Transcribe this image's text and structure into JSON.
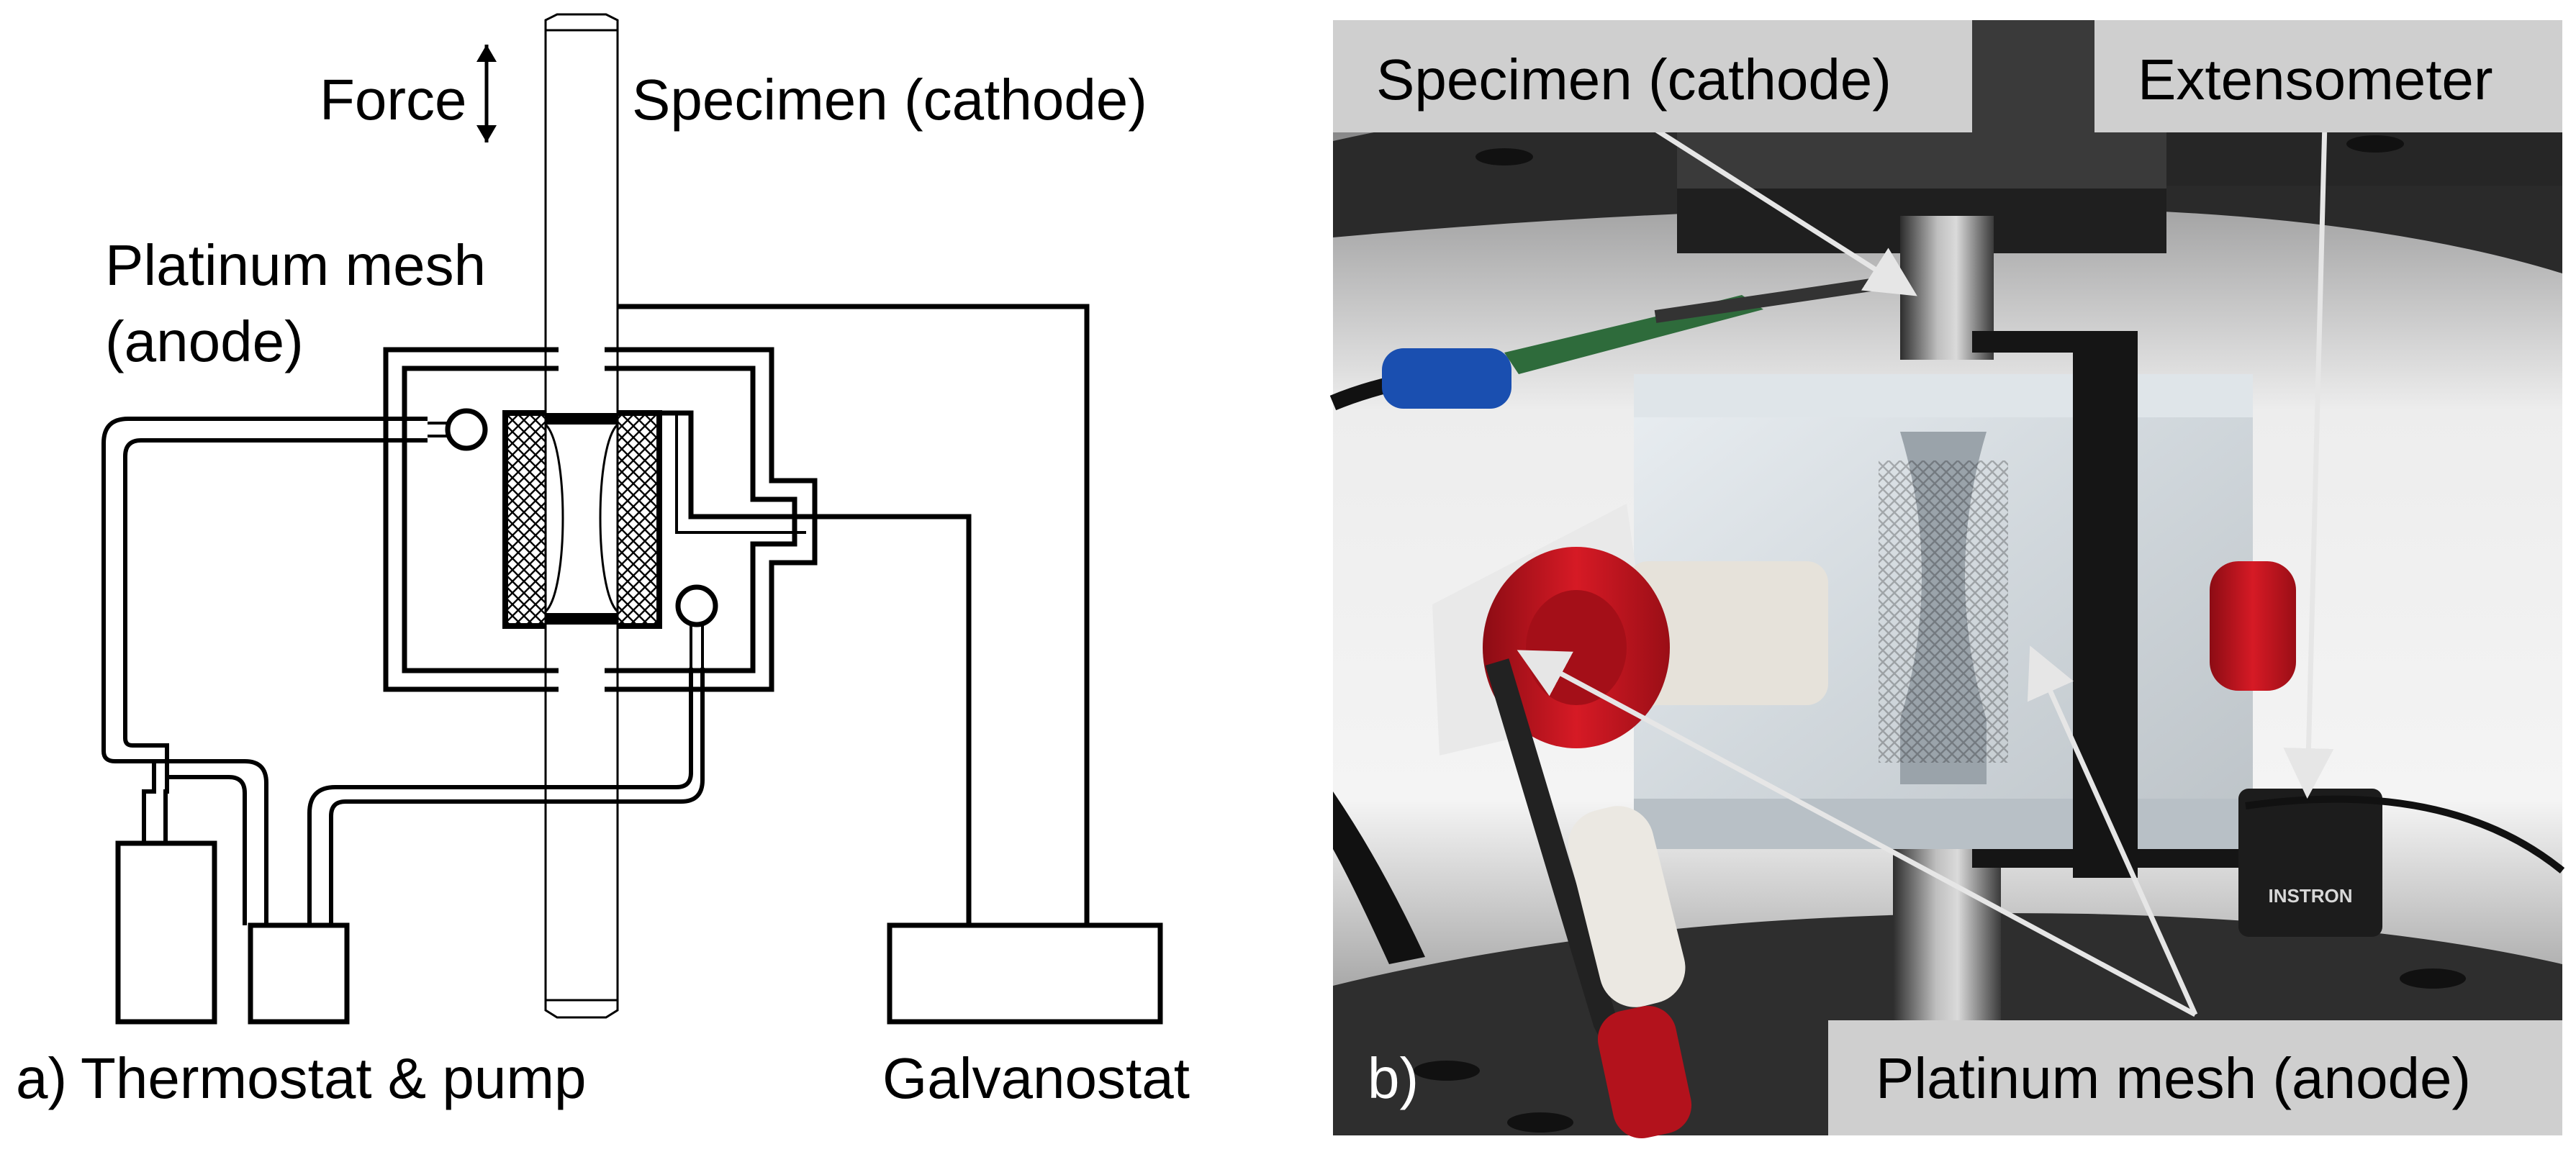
{
  "panel_a": {
    "label": "a)",
    "force_label": "Force",
    "specimen_label": "Specimen (cathode)",
    "mesh_label_line1": "Platinum mesh",
    "mesh_label_line2": "(anode)",
    "thermostat_label": "Thermostat & pump",
    "galvanostat_label": "Galvanostat"
  },
  "panel_b": {
    "label": "b)",
    "specimen_label": "Specimen (cathode)",
    "extensometer_label": "Extensometer",
    "mesh_label": "Platinum mesh (anode)",
    "brand_text": "INSTRON",
    "colors": {
      "cap_red": "#c8111e",
      "clip_blue": "#1a4fb0",
      "callout_bg": "#cfcfcf",
      "arrow": "#e8e8e8"
    }
  }
}
